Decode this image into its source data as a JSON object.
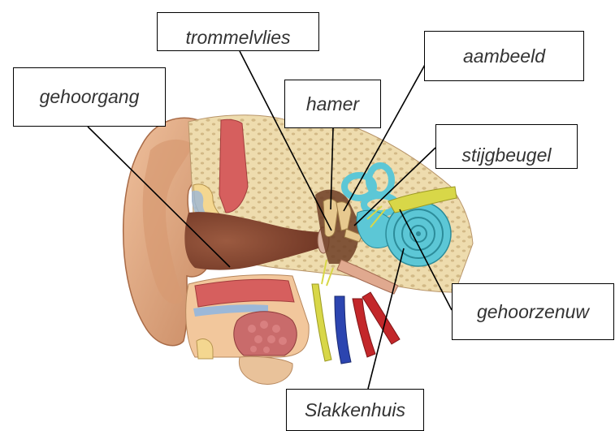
{
  "labels": {
    "trommelvlies": "trommelvlies",
    "aambeeld": "aambeeld",
    "gehoorgang": "gehoorgang",
    "hamer": "hamer",
    "stijgbeugel": "stijgbeugel",
    "gehoorzenuw": "gehoorzenuw",
    "slakkenhuis": "Slakkenhuis"
  },
  "colors": {
    "skin": "#e3ab84",
    "skin_dark": "#b87250",
    "canal": "#8a4a34",
    "bone": "#eedcae",
    "bone_pore": "#d2b986",
    "muscle": "#d65f5e",
    "cochlea": "#5cc7d6",
    "nerve": "#d8d748",
    "artery": "#c3272a",
    "vein": "#2c45b0",
    "cartilage": "#f4d790",
    "leader_line": "#000000"
  }
}
